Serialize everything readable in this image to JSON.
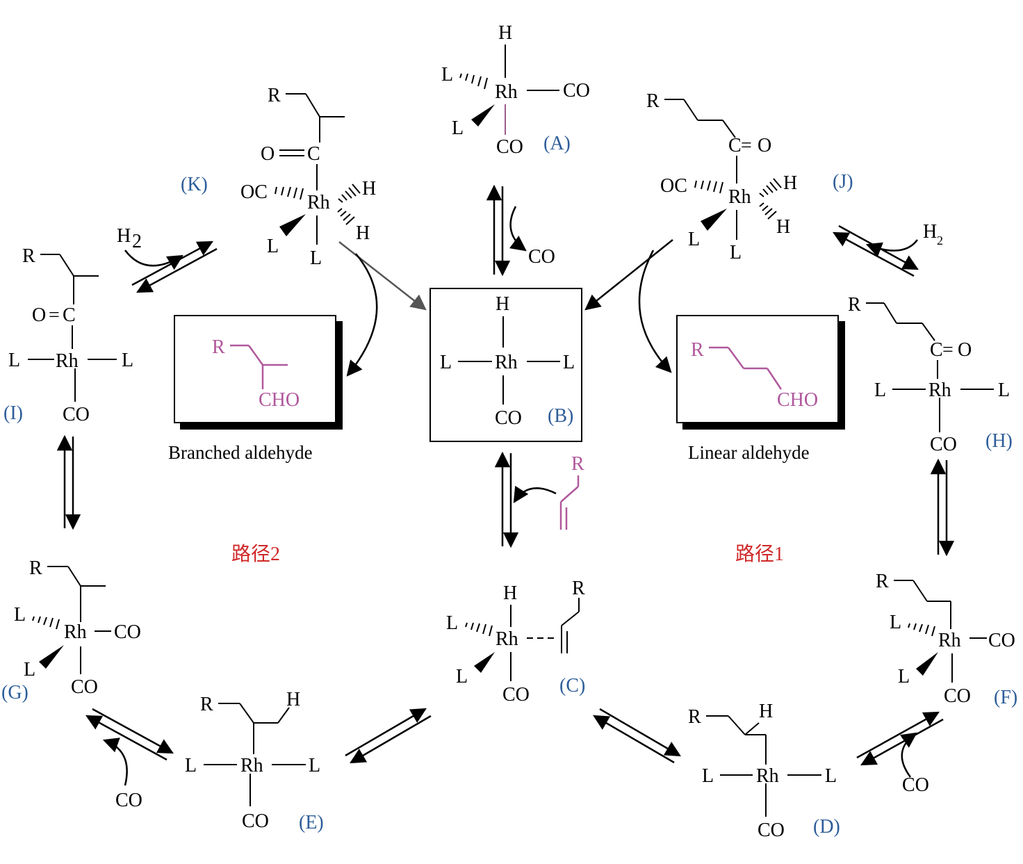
{
  "colors": {
    "label": "#2d5d99",
    "product": "#b0589c",
    "route": "#d02828",
    "ink": "#000000"
  },
  "atoms": {
    "rh": "Rh",
    "h": "H",
    "l": "L",
    "r": "R",
    "co": "CO",
    "oc": "OC",
    "h2": "H",
    "two": "2",
    "c": "C",
    "o": "O",
    "eq": "=",
    "cho": "CHO"
  },
  "species": {
    "A": "(A)",
    "B": "(B)",
    "C": "(C)",
    "D": "(D)",
    "E": "(E)",
    "F": "(F)",
    "G": "(G)",
    "H": "(H)",
    "I": "(I)",
    "J": "(J)",
    "K": "(K)"
  },
  "products": {
    "branched": "Branched aldehyde",
    "linear": "Linear aldehyde"
  },
  "routes": {
    "route1": "路径1",
    "route2": "路径2"
  },
  "reagents": {
    "co": "CO",
    "h2": "H",
    "h2_sub": "2",
    "olefin_r": "R"
  }
}
